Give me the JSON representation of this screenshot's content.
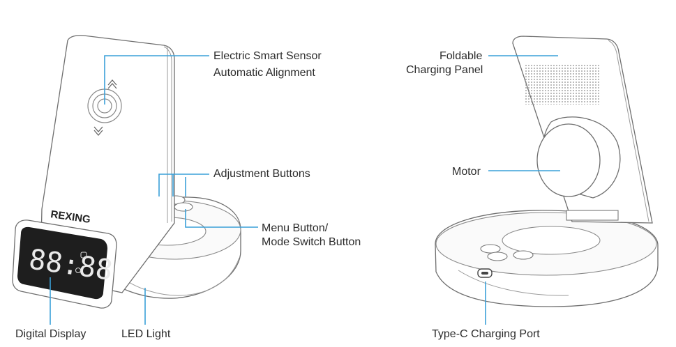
{
  "labels": {
    "sensor_line1": "Electric Smart Sensor",
    "sensor_line2": "Automatic Alignment",
    "adjustment_buttons": "Adjustment Buttons",
    "menu_line1": "Menu Button/",
    "menu_line2": "Mode Switch Button",
    "digital_display": "Digital Display",
    "led_light": "LED Light",
    "foldable_line1": "Foldable",
    "foldable_line2": "Charging Panel",
    "motor": "Motor",
    "type_c": "Type-C Charging Port"
  },
  "device": {
    "brand_logo": "REXING",
    "clock_time": "88:88"
  },
  "colors": {
    "leader_line": "#3aa0d8",
    "outline": "#6e6e6e",
    "display_background": "#1e1e1e"
  }
}
